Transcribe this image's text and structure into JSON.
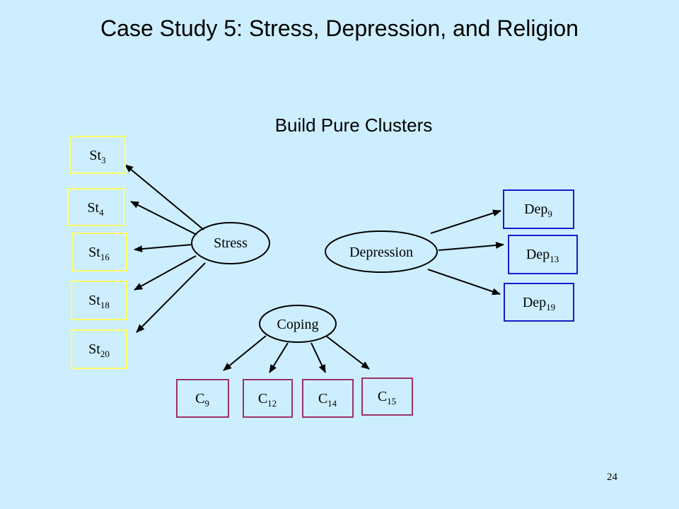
{
  "title": "Case Study 5: Stress, Depression, and Religion",
  "subtitle": "Build Pure Clusters",
  "page_number": "24",
  "colors": {
    "background": "#cdeeff",
    "stress_box_border": "#ffff66",
    "depression_box_border": "#1a1acc",
    "coping_box_border": "#993366",
    "edge": "#000000"
  },
  "diagram": {
    "latents": [
      {
        "id": "stress",
        "label": "Stress"
      },
      {
        "id": "depression",
        "label": "Depression"
      },
      {
        "id": "coping",
        "label": "Coping"
      }
    ],
    "indicators": [
      {
        "id": "st3",
        "base": "St",
        "sub": "3",
        "latent": "stress"
      },
      {
        "id": "st4",
        "base": "St",
        "sub": "4",
        "latent": "stress"
      },
      {
        "id": "st16",
        "base": "St",
        "sub": "16",
        "latent": "stress"
      },
      {
        "id": "st18",
        "base": "St",
        "sub": "18",
        "latent": "stress"
      },
      {
        "id": "st20",
        "base": "St",
        "sub": "20",
        "latent": "stress"
      },
      {
        "id": "dep9",
        "base": "Dep",
        "sub": "9",
        "latent": "depression"
      },
      {
        "id": "dep13",
        "base": "Dep",
        "sub": "13",
        "latent": "depression"
      },
      {
        "id": "dep19",
        "base": "Dep",
        "sub": "19",
        "latent": "depression"
      },
      {
        "id": "c9",
        "base": "C",
        "sub": "9",
        "latent": "coping"
      },
      {
        "id": "c12",
        "base": "C",
        "sub": "12",
        "latent": "coping"
      },
      {
        "id": "c14",
        "base": "C",
        "sub": "14",
        "latent": "coping"
      },
      {
        "id": "c15",
        "base": "C",
        "sub": "15",
        "latent": "coping"
      }
    ]
  }
}
